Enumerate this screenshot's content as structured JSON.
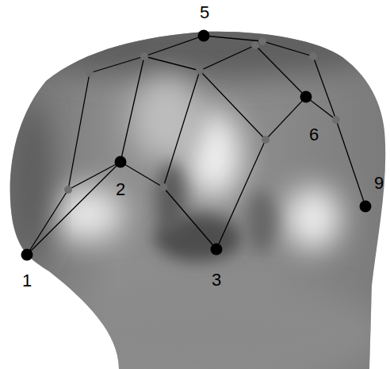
{
  "diagram": {
    "labels": [
      "1",
      "2",
      "3",
      "5",
      "6",
      "9"
    ]
  }
}
